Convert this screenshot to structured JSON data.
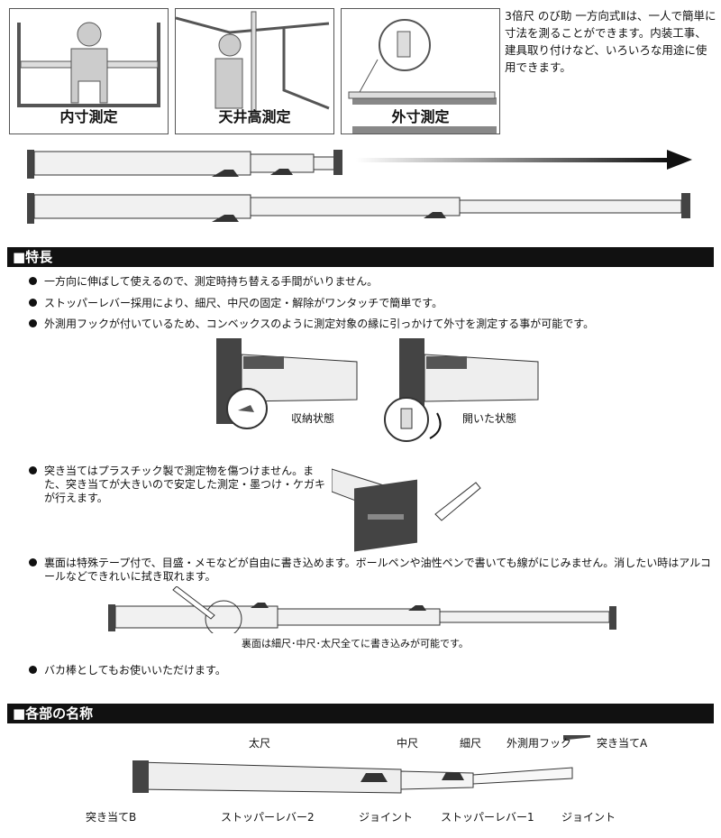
{
  "panels": [
    {
      "label": "内寸測定"
    },
    {
      "label": "天井高測定"
    },
    {
      "label": "外寸測定"
    }
  ],
  "intro": "3倍尺 のび助 一方向式Ⅱは、一人で簡単に寸法を測ることができます。内装工事、建具取り付けなど、いろいろな用途に使用できます。",
  "features": {
    "title": "■特長",
    "bullets": [
      "一方向に伸ばして使えるので、測定時持ち替える手間がいりません。",
      "ストッパーレバー採用により、細尺、中尺の固定・解除がワンタッチで簡単です。",
      "外測用フックが付いているため、コンベックスのように測定対象の縁に引っかけて外寸を測定する事が可能です。",
      "突き当てはプラスチック製で測定物を傷つけません。また、突き当てが大きいので安定した測定・墨つけ・ケガキが行えます。",
      "裏面は特殊テープ付で、目盛・メモなどが自由に書き込めます。ボールペンや油性ペンで書いても線がにじみません。消したい時はアルコールなどできれいに拭き取れます。",
      "バカ棒としてもお使いいただけます。"
    ],
    "hook_closed": "収納状態",
    "hook_open": "開いた状態",
    "back_caption": "裏面は細尺･中尺･太尺全てに書き込みが可能です。"
  },
  "parts": {
    "title": "■各部の名称",
    "labels": {
      "futo": "太尺",
      "naka": "中尺",
      "hoso": "細尺",
      "hook": "外測用フック",
      "tsukiate_a": "突き当てA",
      "tsukiate_b": "突き当てB",
      "lever2": "ストッパーレバー2",
      "joint1": "ジョイント",
      "lever1": "ストッパーレバー1",
      "joint2": "ジョイント"
    }
  }
}
